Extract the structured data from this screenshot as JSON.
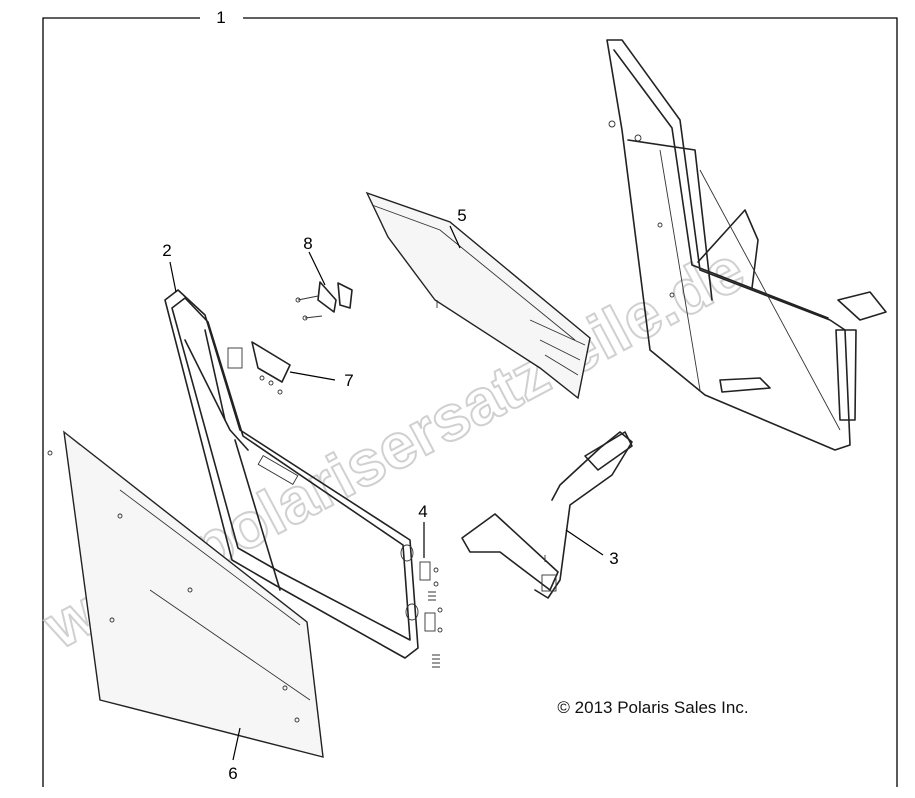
{
  "callouts": {
    "c1": "1",
    "c2": "2",
    "c3": "3",
    "c4": "4",
    "c5": "5",
    "c6": "6",
    "c7": "7",
    "c8": "8"
  },
  "copyright": "© 2013 Polaris Sales Inc.",
  "watermark": "www.polarisersatzteile.de"
}
